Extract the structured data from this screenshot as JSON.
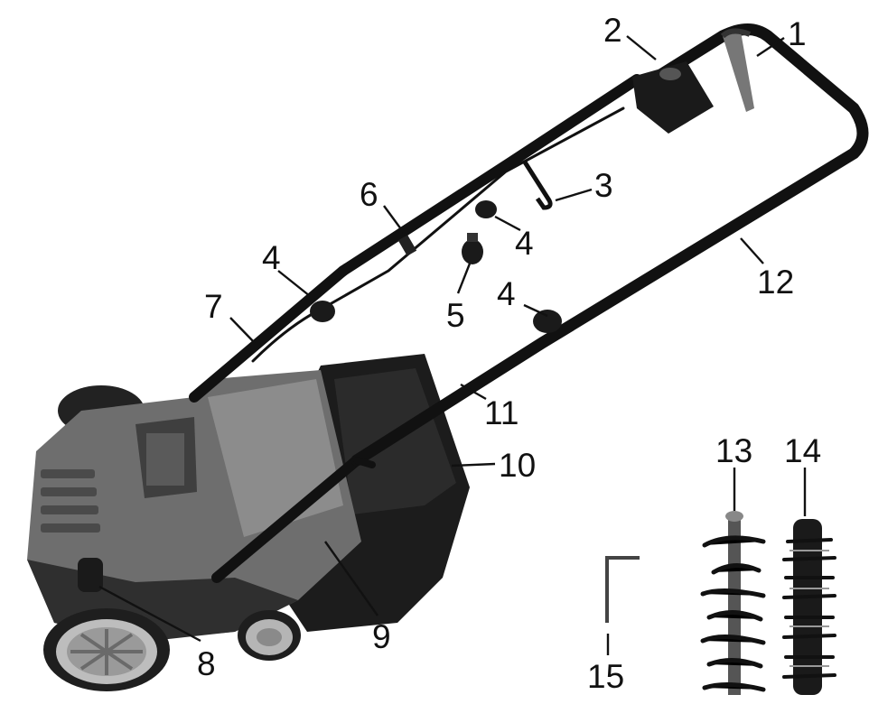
{
  "diagram": {
    "part_labels": [
      "1",
      "2",
      "3",
      "4",
      "4",
      "4",
      "5",
      "6",
      "7",
      "8",
      "9",
      "10",
      "11",
      "12",
      "13",
      "14",
      "15"
    ]
  },
  "colors": {
    "background": "#ffffff",
    "handle": "#111111",
    "housing": "#7a7a7a",
    "housing_dark": "#3a3a3a",
    "bag": "#1a1a1a",
    "label": "#111111"
  }
}
